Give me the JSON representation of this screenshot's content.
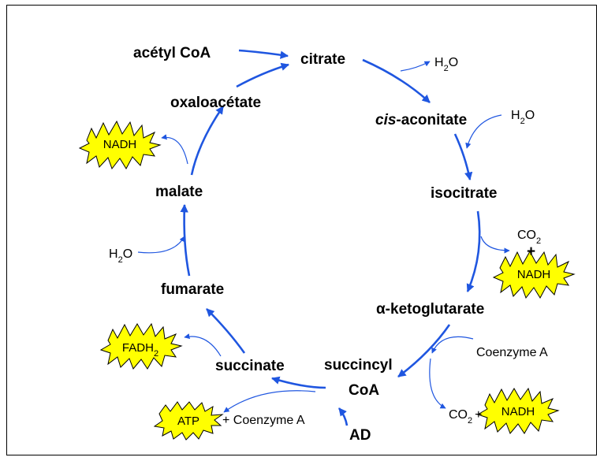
{
  "metabolites": {
    "acetyl_coa": "acétyl CoA",
    "citrate": "citrate",
    "cis_prefix": "cis",
    "cis_aconitate_rest": "-aconitate",
    "isocitrate": "isocitrate",
    "alpha_ketoglutarate": "α-ketoglutarate",
    "succincyl": "succincyl",
    "coa": "CoA",
    "succinate": "succinate",
    "fumarate": "fumarate",
    "malate": "malate",
    "oxaloacetate": "oxaloacétate"
  },
  "side": {
    "h2o_base": "H",
    "h2o_sub": "2",
    "h2o_tail": "O",
    "co2_base": "CO",
    "co2_sub": "2",
    "plus": "+",
    "co2_plus": "+",
    "coenzyme_a": "Coenzyme A",
    "plus_coenzyme_a": "+ Coenzyme A",
    "ad": "AD"
  },
  "badges": {
    "nadh": "NADH",
    "fadh_base": "FADH",
    "fadh_sub": "2",
    "atp": "ATP"
  },
  "colors": {
    "arrow": "#1f56e0",
    "badge_fill": "#ffff00"
  }
}
